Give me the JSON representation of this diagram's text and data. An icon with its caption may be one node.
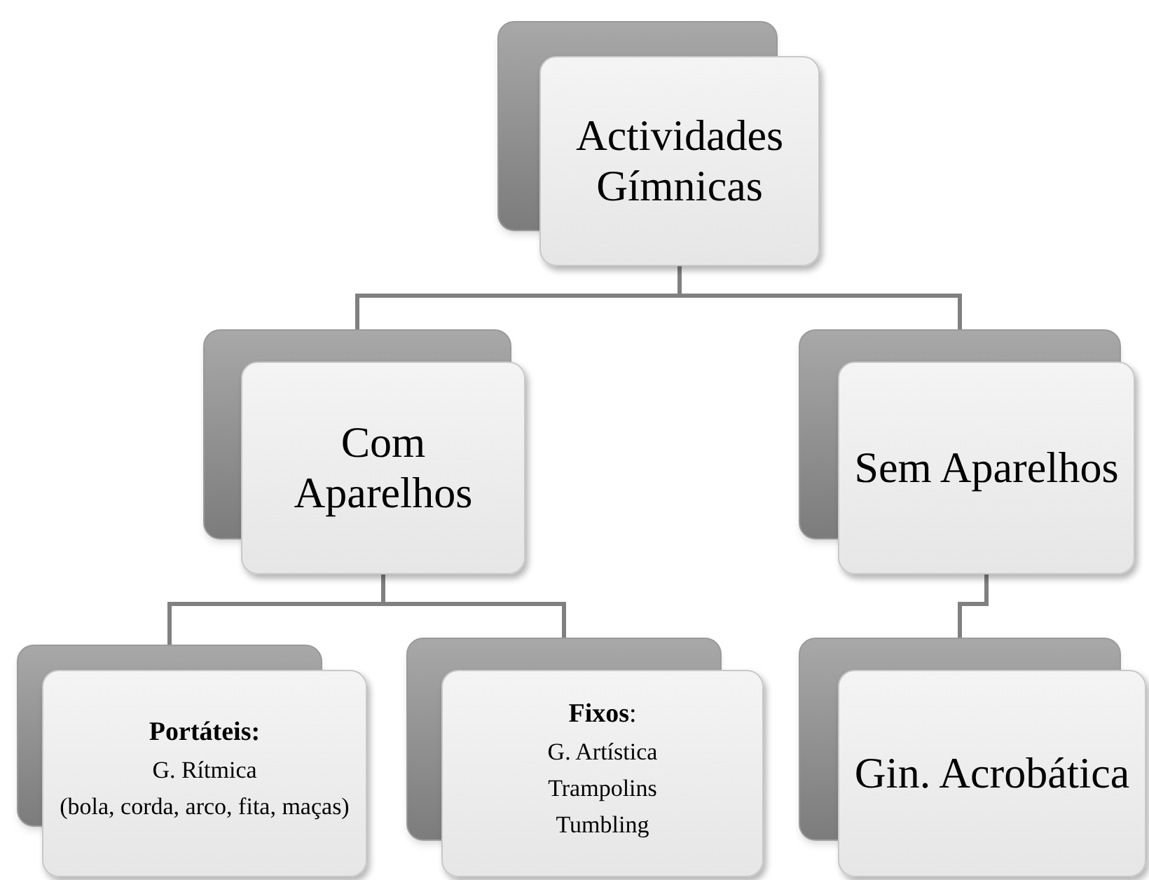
{
  "diagram": {
    "nodes": [
      {
        "text": [
          "Actividades Gímnicas"
        ]
      },
      {
        "text": [
          "Com Aparelhos"
        ]
      },
      {
        "text": [
          "Sem Aparelhos"
        ]
      },
      {
        "text": [
          "**Portáteis:**",
          "G. Rítmica",
          "(bola, corda, arco, fita, maças)"
        ]
      },
      {
        "text": [
          "**Fixos**:",
          "G. Artística",
          "Trampolins",
          "Tumbling"
        ]
      },
      {
        "text": [
          "Gin. Acrobática"
        ]
      }
    ],
    "edges": [
      {
        "from": 0,
        "to": 1,
        "arrow": "none"
      },
      {
        "from": 0,
        "to": 2,
        "arrow": "none"
      },
      {
        "from": 1,
        "to": 3,
        "arrow": "none"
      },
      {
        "from": 1,
        "to": 4,
        "arrow": "none"
      },
      {
        "from": 2,
        "to": 5,
        "arrow": "none"
      }
    ]
  }
}
